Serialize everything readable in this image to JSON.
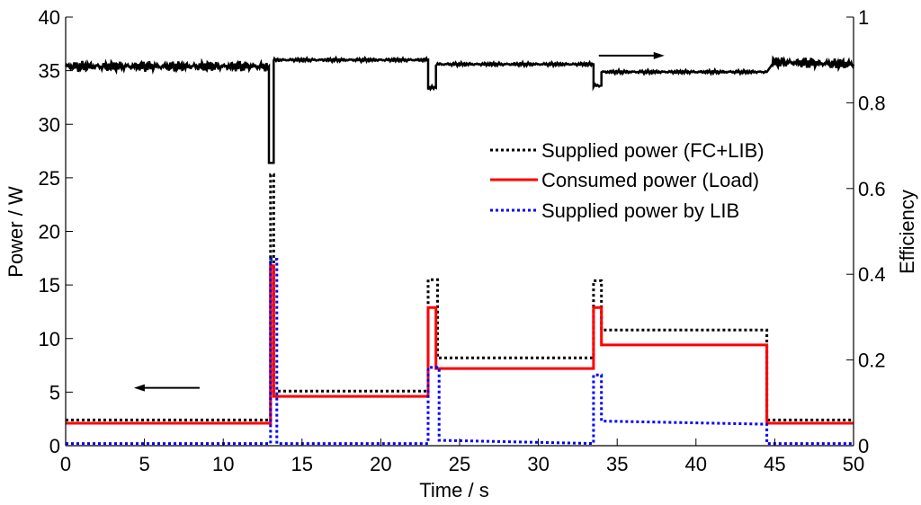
{
  "chart_data": {
    "type": "line",
    "title": "",
    "xlabel": "Time / s",
    "ylabel": "Power / W",
    "y2label": "Efficiency",
    "xlim": [
      0,
      50
    ],
    "ylim": [
      0,
      40
    ],
    "y2lim": [
      0,
      1
    ],
    "xticks": [
      "0",
      "5",
      "10",
      "15",
      "20",
      "25",
      "30",
      "35",
      "40",
      "45",
      "50"
    ],
    "yticks": [
      "0",
      "5",
      "10",
      "15",
      "20",
      "25",
      "30",
      "35",
      "40"
    ],
    "y2ticks": [
      "0",
      "0.2",
      "0.4",
      "0.6",
      "0.8",
      "1"
    ],
    "grid": false,
    "legend_position": "center-right",
    "legend": [
      {
        "label": "Supplied power (FC+LIB)",
        "color": "#000000",
        "style": "dotted"
      },
      {
        "label": "Consumed power (Load)",
        "color": "#ff0000",
        "style": "solid"
      },
      {
        "label": "Supplied power by LIB",
        "color": "#0000ff",
        "style": "dotted"
      }
    ],
    "annotations": [
      {
        "type": "arrow",
        "direction": "left",
        "meaning": "power curves read on left axis",
        "at": [
          8.5,
          5.4
        ]
      },
      {
        "type": "arrow",
        "direction": "right",
        "meaning": "efficiency read on right axis",
        "at": [
          38,
          0.91
        ]
      }
    ],
    "series": [
      {
        "name": "Supplied power (FC+LIB)",
        "axis": "left",
        "color": "#000000",
        "style": "dotted",
        "x": [
          0,
          13.0,
          13.0,
          13.2,
          13.2,
          23.0,
          23.0,
          23.6,
          23.6,
          33.5,
          33.5,
          34.0,
          34.0,
          44.5,
          44.5,
          50
        ],
        "y": [
          2.4,
          2.4,
          25.3,
          25.3,
          5.1,
          5.1,
          15.5,
          15.5,
          8.2,
          8.2,
          15.4,
          15.4,
          10.8,
          10.8,
          2.4,
          2.4
        ]
      },
      {
        "name": "Consumed power (Load)",
        "axis": "left",
        "color": "#ff0000",
        "style": "solid",
        "x": [
          0,
          13.0,
          13.0,
          13.2,
          13.2,
          23.0,
          23.0,
          23.5,
          23.5,
          33.5,
          33.5,
          34.0,
          34.0,
          44.5,
          44.5,
          50
        ],
        "y": [
          2.1,
          2.1,
          16.8,
          16.8,
          4.6,
          4.6,
          12.9,
          12.9,
          7.2,
          7.2,
          12.9,
          12.9,
          9.4,
          9.4,
          2.1,
          2.1
        ]
      },
      {
        "name": "Supplied power by LIB",
        "axis": "left",
        "color": "#0000ff",
        "style": "dotted",
        "x": [
          0,
          13.0,
          13.0,
          13.4,
          13.4,
          23.0,
          23.0,
          23.7,
          23.7,
          33.5,
          33.5,
          34.0,
          34.0,
          44.5,
          44.5,
          50
        ],
        "y": [
          0.2,
          0.2,
          17.4,
          17.4,
          0.2,
          0.2,
          7.3,
          7.3,
          0.5,
          0.2,
          6.6,
          6.6,
          2.3,
          2.0,
          0.2,
          0.2
        ]
      },
      {
        "name": "Efficiency",
        "axis": "right",
        "color": "#000000",
        "style": "solid",
        "x": [
          0,
          12.9,
          12.9,
          13.2,
          13.2,
          23.0,
          23.0,
          23.5,
          23.5,
          33.5,
          33.5,
          34.0,
          34.0,
          44.5,
          44.8,
          50
        ],
        "y": [
          0.885,
          0.885,
          0.66,
          0.66,
          0.9,
          0.9,
          0.835,
          0.835,
          0.89,
          0.89,
          0.84,
          0.84,
          0.872,
          0.872,
          0.895,
          0.89
        ]
      }
    ]
  }
}
